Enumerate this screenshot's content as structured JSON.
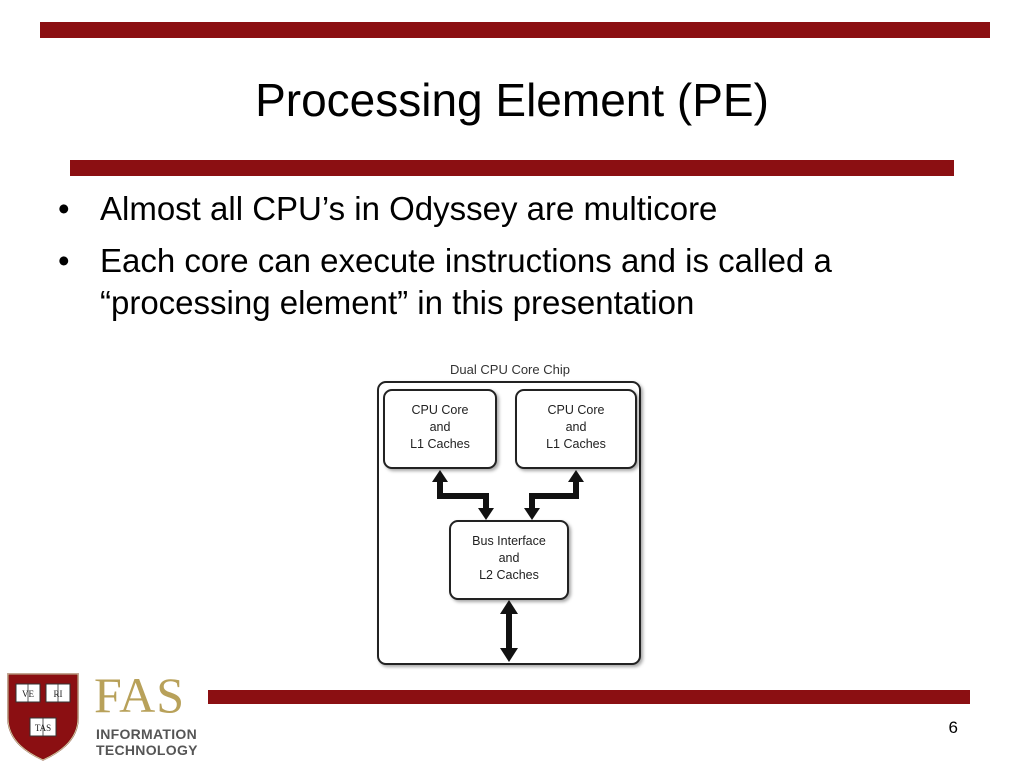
{
  "slide": {
    "title": "Processing Element (PE)",
    "bullets": [
      "Almost all CPU’s in Odyssey are multicore",
      "Each core can execute instructions and is called a “processing element” in this presentation"
    ],
    "bullet_glyph": "•",
    "page_number": "6"
  },
  "diagram": {
    "title": "Dual CPU Core Chip",
    "core_left": [
      "CPU Core",
      "and",
      "L1 Caches"
    ],
    "core_right": [
      "CPU Core",
      "and",
      "L1 Caches"
    ],
    "bus": [
      "Bus Interface",
      "and",
      "L2 Caches"
    ]
  },
  "branding": {
    "shield_letters": [
      "VE",
      "RI",
      "TAS"
    ],
    "org": "FAS",
    "org_sub": [
      "INFORMATION",
      "TECHNOLOGY"
    ]
  },
  "colors": {
    "accent_bar": "#8b0f12",
    "fas_gold": "#b8a15a",
    "shield_red": "#8b0f12"
  }
}
